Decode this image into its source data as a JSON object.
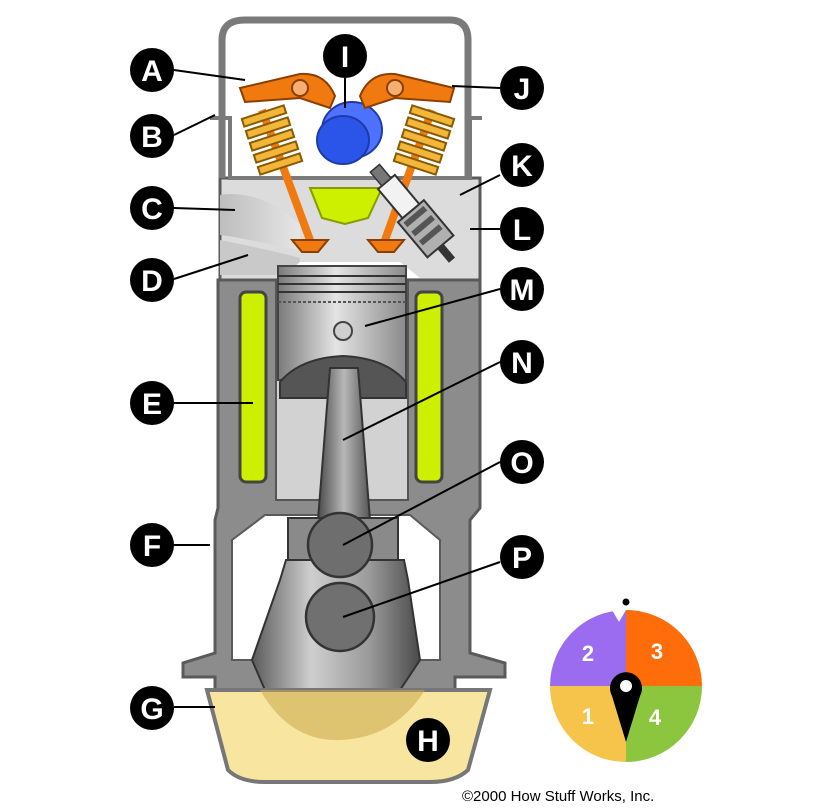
{
  "labels": [
    "A",
    "B",
    "C",
    "D",
    "E",
    "F",
    "G",
    "H",
    "I",
    "J",
    "K",
    "L",
    "M",
    "N",
    "O",
    "P"
  ],
  "stroke_wheel": {
    "segments": [
      "1",
      "2",
      "3",
      "4"
    ],
    "colors": {
      "1": "#f6c44a",
      "2": "#9b6cf0",
      "3": "#ff6d0a",
      "4": "#8cc63e"
    }
  },
  "copyright": "©2000 How Stuff Works, Inc.",
  "colors": {
    "engine_block": "#8c8c8c",
    "block_outline": "#5a5a5a",
    "chamber_light": "#dcdcdc",
    "coolant": "#ccf000",
    "rocker_arm": "#f07a10",
    "valve_spring": "#f2b73a",
    "camshaft": "#2b55e8",
    "oil": "#f8e6a0",
    "label_circle": "#000000"
  },
  "icons": {
    "wheel_pointer": "pointer-pin-icon"
  }
}
